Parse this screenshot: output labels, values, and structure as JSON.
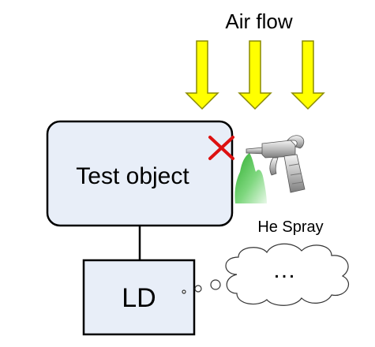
{
  "labels": {
    "air_flow": "Air flow",
    "test_object": "Test object",
    "he_spray": "He Spray",
    "ld": "LD",
    "thought": "…"
  },
  "colors": {
    "arrow_fill": "#ffff00",
    "arrow_stroke": "#8a8a00",
    "box_fill": "#e8eef8",
    "leak_mark": "#dd1111",
    "spray_cloud": "#3cbf3c"
  },
  "icons": {
    "leak_point": "red-x-icon",
    "spray_gun": "spray-gun-icon",
    "helium_cloud": "helium-cloud-icon",
    "thought_bubble": "thought-bubble-icon"
  }
}
